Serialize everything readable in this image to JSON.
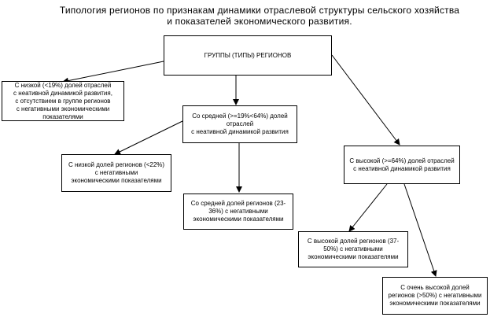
{
  "title": {
    "line1": "Типология регионов по признакам динамики отраслевой структуры сельского хозяйства",
    "line2": "и показателей экономического развития."
  },
  "nodes": {
    "root": {
      "label": "ГРУППЫ (ТИПЫ) РЕГИОНОВ"
    },
    "low": {
      "line1": "С низкой (<19%) долей отраслей",
      "line2": "с неативной динамикой развития,",
      "line3": "с отсутствием в группе регионов",
      "line4": "с негативными экономическими",
      "line5": "показателями"
    },
    "medium": {
      "line1": "Со средней (>=19%<64%) долей",
      "line2": "отраслей",
      "line3": "с неативной динамикой развития"
    },
    "high": {
      "line1": "С высокой (>=64%) долей отраслей",
      "line2": "с неативной динамикой развития"
    },
    "medium_low": {
      "line1": "С низкой долей регионов (<22%)",
      "line2": "с негативными",
      "line3": "экономическими показателями"
    },
    "medium_mid": {
      "line1": "Со средней долей регионов (23-",
      "line2": "36%) с негативными",
      "line3": "экономическими показателями"
    },
    "high_high": {
      "line1": "С высокой долей регионов (37-",
      "line2": "50%) с негативными",
      "line3": "экономическими показателями"
    },
    "high_veryhigh": {
      "line1": "С очень высокой долей",
      "line2": "регионов (>50%) с негативными",
      "line3": "экономическими показателями"
    }
  }
}
